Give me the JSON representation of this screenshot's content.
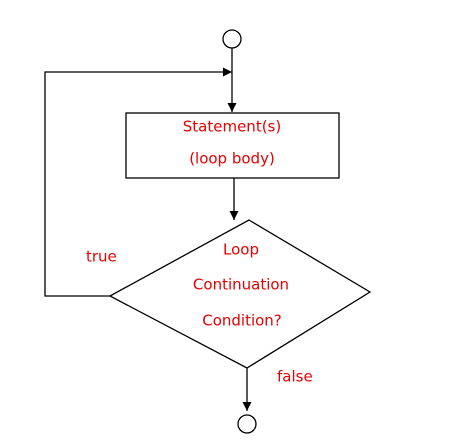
{
  "diagram": {
    "type": "flowchart",
    "text_color": "#e60000",
    "line_color": "#000000",
    "background": "#ffffff",
    "nodes": {
      "start": {
        "shape": "circle"
      },
      "process": {
        "shape": "rectangle",
        "line1": "Statement(s)",
        "line2": "(loop body)"
      },
      "decision": {
        "shape": "diamond",
        "line1": "Loop",
        "line2": "Continuation",
        "line3": "Condition?"
      },
      "end": {
        "shape": "circle"
      }
    },
    "edges": {
      "true_label": "true",
      "false_label": "false"
    }
  }
}
